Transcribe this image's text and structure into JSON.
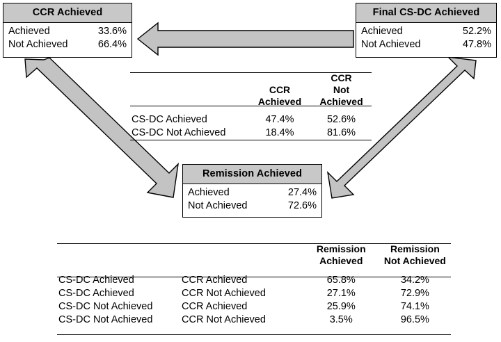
{
  "figure": {
    "type": "flow-diagram-with-tables",
    "background": "#ffffff",
    "box_header_fill": "#c8c8c8",
    "arrow_fill": "#c3c3c3",
    "outline_color": "#000000"
  },
  "boxes": {
    "ccr": {
      "title": "CCR Achieved",
      "rows": [
        {
          "label": "Achieved",
          "value": "33.6%"
        },
        {
          "label": "Not Achieved",
          "value": "66.4%"
        }
      ]
    },
    "csdc": {
      "title": "Final CS-DC Achieved",
      "rows": [
        {
          "label": "Achieved",
          "value": "52.2%"
        },
        {
          "label": "Not Achieved",
          "value": "47.8%"
        }
      ]
    },
    "remission": {
      "title": "Remission Achieved",
      "rows": [
        {
          "label": "Achieved",
          "value": "27.4%"
        },
        {
          "label": "Not Achieved",
          "value": "72.6%"
        }
      ]
    }
  },
  "middle_table": {
    "headers": [
      "",
      "CCR\nAchieved",
      "CCR\nNot Achieved"
    ],
    "rows": [
      {
        "label": "CS-DC Achieved",
        "ccr_achieved": "47.4%",
        "ccr_not_achieved": "52.6%"
      },
      {
        "label": "CS-DC Not Achieved",
        "ccr_achieved": "18.4%",
        "ccr_not_achieved": "81.6%"
      }
    ]
  },
  "bottom_table": {
    "headers": [
      "",
      "",
      "Remission\nAchieved",
      "Remission\nNot Achieved"
    ],
    "rows": [
      {
        "csdc": "CS-DC Achieved",
        "ccr": "CCR Achieved",
        "remission_achieved": "65.8%",
        "remission_not_achieved": "34.2%"
      },
      {
        "csdc": "CS-DC Achieved",
        "ccr": "CCR Not Achieved",
        "remission_achieved": "27.1%",
        "remission_not_achieved": "72.9%"
      },
      {
        "csdc": "CS-DC Not Achieved",
        "ccr": "CCR Achieved",
        "remission_achieved": "25.9%",
        "remission_not_achieved": "74.1%"
      },
      {
        "csdc": "CS-DC Not Achieved",
        "ccr": "CCR Not Achieved",
        "remission_achieved": "3.5%",
        "remission_not_achieved": "96.5%"
      }
    ]
  },
  "arrows": [
    {
      "name": "csdc-to-ccr-arrow",
      "direction": "right-to-left",
      "from": "Final CS-DC Achieved",
      "to": "CCR Achieved"
    },
    {
      "name": "ccr-to-remission-arrow",
      "direction": "diagonal-down-right",
      "from": "CCR Achieved",
      "to": "Remission Achieved"
    },
    {
      "name": "csdc-to-remission-arrow",
      "direction": "diagonal-down-left",
      "from": "Final CS-DC Achieved",
      "to": "Remission Achieved"
    }
  ]
}
